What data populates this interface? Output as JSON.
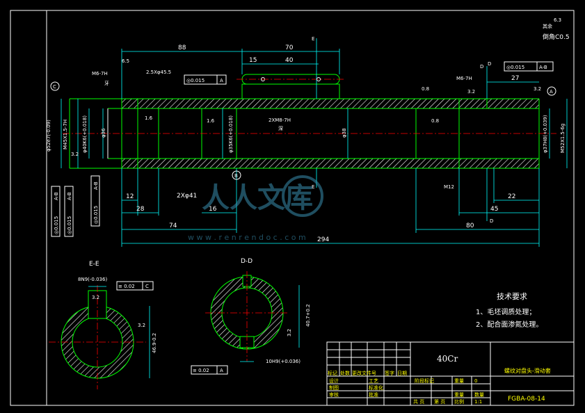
{
  "dims": {
    "d88": "88",
    "d70": "70",
    "d15": "15",
    "d40": "40",
    "d65": "6.5",
    "chamfer": "2.5Xφ45.5",
    "d27": "27",
    "d12": "12",
    "d28": "28",
    "d2x41": "2Xφ41",
    "d16": "16",
    "d74": "74",
    "d294": "294",
    "d80": "80",
    "d45": "45",
    "d22": "22",
    "m6_left": "M6-7H",
    "m6_left_sub": "牙",
    "m6_right": "M6-7H",
    "dia_52": "φ52e7(-0.09)",
    "m45": "M45X1.5-7H",
    "dia_40": "φ40K6(+0.018)",
    "dia_36": "φ36",
    "dia_35": "φ35K6(+0.018)",
    "dia_38": "φ38",
    "dia_37": "φ37H8(+0.039)",
    "m52": "M52X1.5-6g",
    "m8": "2XM8-7H",
    "m8_sub": "深",
    "d1": "M12",
    "r16a": "1.6",
    "r16b": "1.6",
    "r08a": "0.8",
    "r08b": "0.8",
    "r32a": "3.2",
    "r32b": "3.2",
    "r32c": "3.2",
    "rough_corner": "6.3",
    "rough_corner_label": "其余",
    "chamfer_note": "倒角C0.5"
  },
  "tolerances": {
    "t1": "◎0.015",
    "t1_ref": "A",
    "t2": "◎0.015",
    "t2_ref": "A-B",
    "t3": "◎0.015",
    "t3_ref": "A-B",
    "t4": "◎0.015",
    "t4_ref": "A-B",
    "t5": "◎0.015",
    "t5_ref": "A-B",
    "t6": "≡ 0.02",
    "t6_ref": "C",
    "t7": "≡ 0.02",
    "t7_ref": "A"
  },
  "markers": {
    "c": "C",
    "a": "A",
    "b": "B",
    "e_top": "E",
    "e_bot": "E",
    "d_top": "D",
    "d_bot": "D",
    "d_right": "D"
  },
  "sections": {
    "ee": "E-E",
    "dd": "D-D",
    "ee_key": "8N9(-0.036)",
    "ee_h": "46.9-0.2",
    "ee_r": "3.2",
    "ee_r2": "3.2",
    "dd_key": "10H9(+0.036)",
    "dd_h": "40.7+0.2",
    "dd_r": "3.2"
  },
  "notes": {
    "heading": "技术要求",
    "items": [
      "1、毛坯调质处理；",
      "2、配合面渗氮处理。"
    ]
  },
  "titleblock": {
    "material": "40Cr",
    "part_name": "螺纹对盘头-滑动套",
    "drawing_no": "FGBA-08-14",
    "rev_headers": [
      "标记",
      "处数",
      "更改文件号",
      "签字",
      "日期"
    ],
    "design": "设计",
    "draw": "制图",
    "check": "审核",
    "craft": "工艺",
    "standard": "标准化",
    "approve": "批准",
    "stage": "阶段标记",
    "weight": "重量",
    "weight_val": "0",
    "mass": "重量",
    "ratio": "比例",
    "ratio_val": "1:1",
    "sheets": "共 页",
    "sheet": "第 页",
    "qty": "数量"
  },
  "watermark": {
    "brand": "人人文库",
    "url": "w w w . r e n r e n d o c . c o m"
  }
}
